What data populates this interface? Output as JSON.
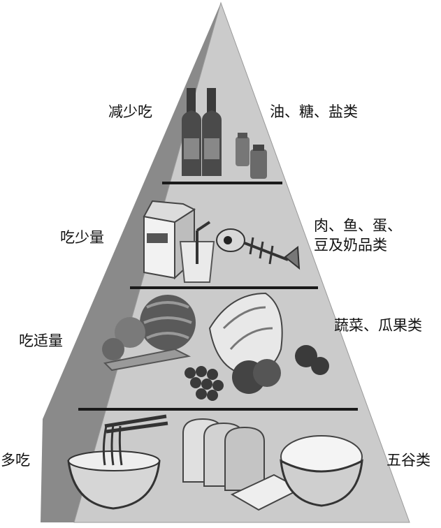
{
  "pyramid": {
    "tiers": [
      {
        "id": "fats-sugar-salt",
        "advice": "减少吃",
        "foods_lines": [
          "油、糖、盐类"
        ]
      },
      {
        "id": "meat-fish-egg-dairy",
        "advice": "吃少量",
        "foods_lines": [
          "肉、鱼、蛋、",
          "豆及奶品类"
        ]
      },
      {
        "id": "vegetables-fruits",
        "advice": "吃适量",
        "foods_lines": [
          "蔬菜、瓜果类"
        ]
      },
      {
        "id": "grains",
        "advice": "多吃",
        "foods_lines": [
          "五谷类"
        ]
      }
    ],
    "colors": {
      "front_face": "#c9c9c9",
      "side_face": "#8a8a8a",
      "divider": "#1a1a1a",
      "illustration_dark": "#555555",
      "illustration_light": "#eeeeee"
    },
    "icons": [
      "bottles-icon",
      "salt-shaker-icon",
      "milk-carton-icon",
      "glass-icon",
      "fish-bone-icon",
      "watermelon-icon",
      "cabbage-icon",
      "grapes-icon",
      "apple-icon",
      "noodle-bowl-icon",
      "chopsticks-icon",
      "bread-icon",
      "rice-bowl-icon"
    ]
  }
}
